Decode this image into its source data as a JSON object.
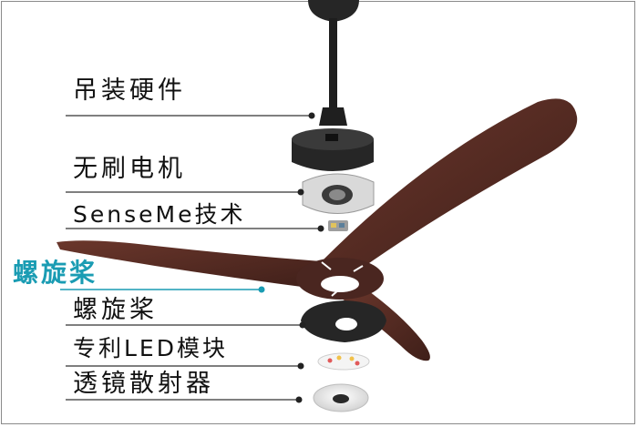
{
  "labels": {
    "mount": "吊装硬件",
    "motor": "无刷电机",
    "senseme": "SenseMe技术",
    "blade_title": "螺旋桨",
    "blade": "螺旋桨",
    "led": "专利LED模块",
    "diffuser": "透镜散射器"
  },
  "colors": {
    "accent": "#1a9cb3",
    "blade": "#5a2d24",
    "hardware": "#262626"
  }
}
